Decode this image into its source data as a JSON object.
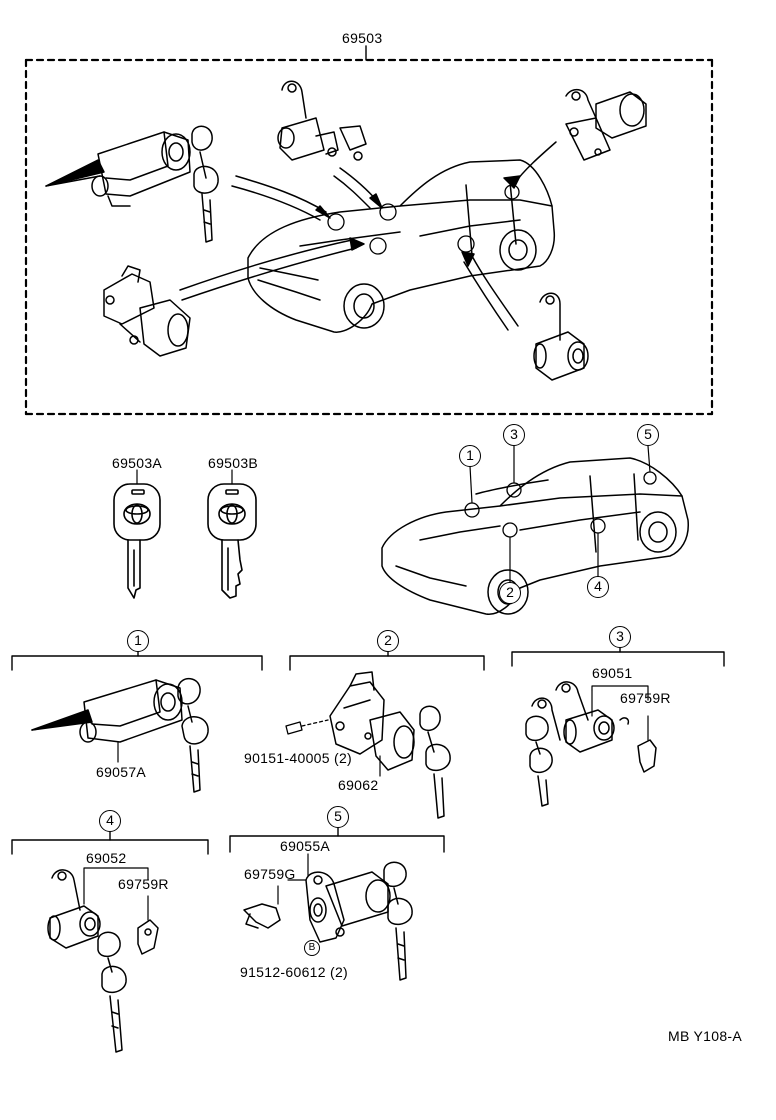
{
  "assembly": {
    "part_number": "69503"
  },
  "keys": [
    {
      "part_number": "69503A"
    },
    {
      "part_number": "69503B"
    }
  ],
  "locations": [
    "1",
    "2",
    "3",
    "4",
    "5"
  ],
  "sections": [
    {
      "index": "1",
      "parts": [
        "69057A"
      ]
    },
    {
      "index": "2",
      "parts": [
        "90151-40005 (2)",
        "69062"
      ]
    },
    {
      "index": "3",
      "parts": [
        "69051",
        "69759R"
      ]
    },
    {
      "index": "4",
      "parts": [
        "69052",
        "69759R"
      ]
    },
    {
      "index": "5",
      "parts": [
        "69055A",
        "69759G",
        "91512-60612 (2)"
      ],
      "bolt_marker": "B"
    }
  ],
  "footer": {
    "code": "MB Y108-A"
  }
}
